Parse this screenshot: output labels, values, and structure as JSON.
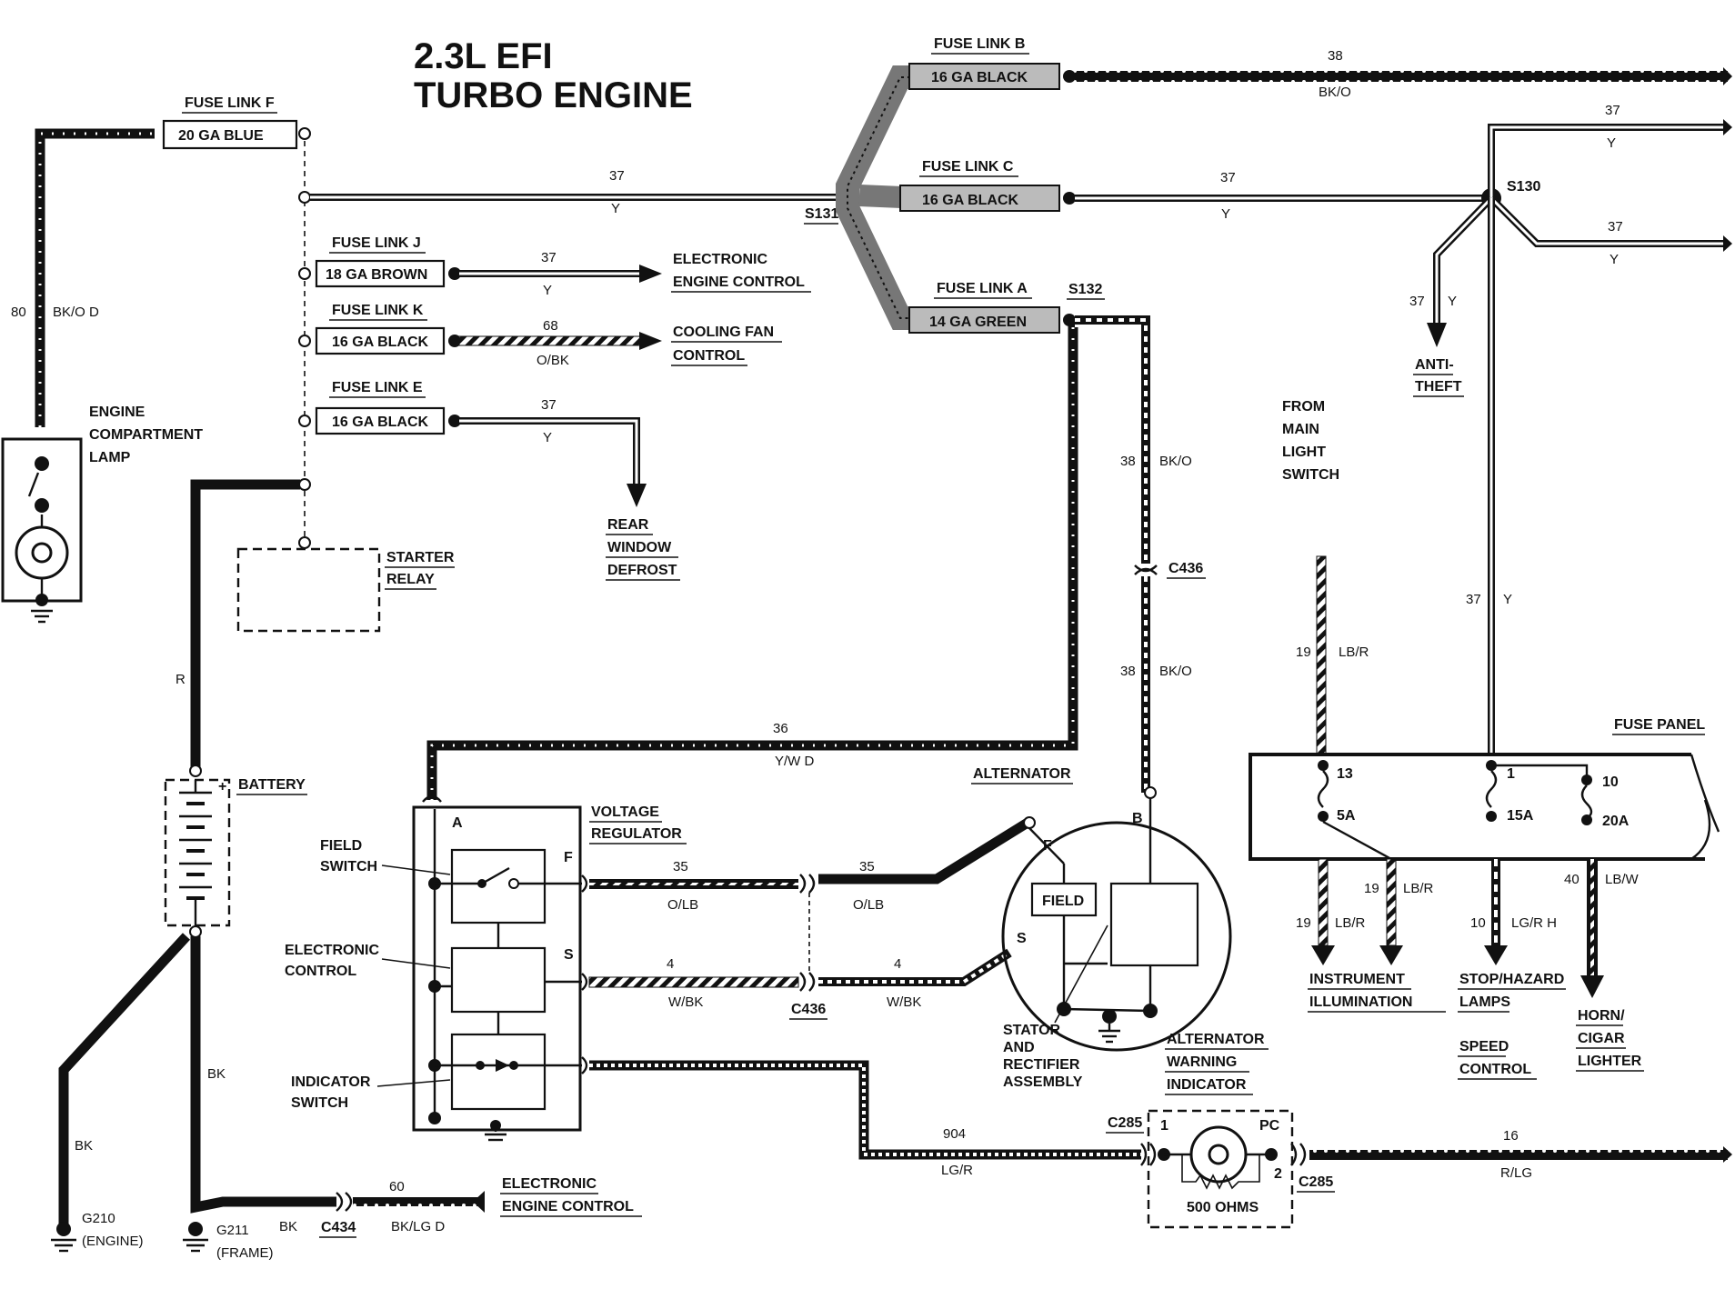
{
  "title": {
    "line1": "2.3L EFI",
    "line2": "TURBO ENGINE"
  },
  "fuse_links": {
    "f": {
      "label": "FUSE LINK F",
      "wire": "20 GA BLUE"
    },
    "b": {
      "label": "FUSE LINK B",
      "wire": "16 GA BLACK"
    },
    "c": {
      "label": "FUSE LINK C",
      "wire": "16 GA BLACK"
    },
    "a": {
      "label": "FUSE LINK A",
      "wire": "14 GA GREEN"
    },
    "j": {
      "label": "FUSE LINK J",
      "wire": "18 GA BROWN"
    },
    "k": {
      "label": "FUSE LINK K",
      "wire": "16 GA BLACK"
    },
    "e": {
      "label": "FUSE LINK E",
      "wire": "16 GA BLACK"
    }
  },
  "wires": {
    "w80": {
      "num": "80",
      "color": "BK/O D"
    },
    "w37_top": {
      "num": "37",
      "color": "Y"
    },
    "w37_j": {
      "num": "37",
      "color": "Y"
    },
    "w68": {
      "num": "68",
      "color": "O/BK"
    },
    "w37_e": {
      "num": "37",
      "color": "Y"
    },
    "w38_b": {
      "num": "38",
      "color": "BK/O"
    },
    "w37_c": {
      "num": "37",
      "color": "Y"
    },
    "w37_r1": {
      "num": "37",
      "color": "Y"
    },
    "w37_r2": {
      "num": "37",
      "color": "Y"
    },
    "w37_anti": {
      "num": "37",
      "color": "Y"
    },
    "w37_fp": {
      "num": "37",
      "color": "Y"
    },
    "w38_a1": {
      "num": "38",
      "color": "BK/O"
    },
    "w38_a2": {
      "num": "38",
      "color": "BK/O"
    },
    "w36": {
      "num": "36",
      "color": "Y/W D"
    },
    "w35_l": {
      "num": "35",
      "color": "O/LB"
    },
    "w35_r": {
      "num": "35",
      "color": "O/LB"
    },
    "w4_l": {
      "num": "4",
      "color": "W/BK"
    },
    "w4_r": {
      "num": "4",
      "color": "W/BK"
    },
    "w904": {
      "num": "904",
      "color": "LG/R"
    },
    "w16": {
      "num": "16",
      "color": "R/LG"
    },
    "w60": {
      "num": "60",
      "color": "BK/LG D"
    },
    "w19_top": {
      "num": "19",
      "color": "LB/R"
    },
    "w19_a": {
      "num": "19",
      "color": "LB/R"
    },
    "w19_b": {
      "num": "19",
      "color": "LB/R"
    },
    "w10": {
      "num": "10",
      "color": "LG/R H"
    },
    "w40": {
      "num": "40",
      "color": "LB/W"
    },
    "r": "R",
    "bk1": "BK",
    "bk2": "BK",
    "bk3": "BK"
  },
  "splices": {
    "s131": "S131",
    "s132": "S132",
    "s130": "S130"
  },
  "connectors": {
    "c436_top": "C436",
    "c436_bottom": "C436",
    "c285_left": "C285",
    "c285_right": "C285",
    "c434": "C434"
  },
  "destinations": {
    "eec1": "ELECTRONIC",
    "eec2": "ENGINE CONTROL",
    "fan1": "COOLING FAN",
    "fan2": "CONTROL",
    "rear1": "REAR",
    "rear2": "WINDOW",
    "rear3": "DEFROST",
    "anti1": "ANTI-",
    "anti2": "THEFT",
    "from1": "FROM",
    "from2": "MAIN",
    "from3": "LIGHT",
    "from4": "SWITCH",
    "inst1": "INSTRUMENT",
    "inst2": "ILLUMINATION",
    "stop1": "STOP/HAZARD",
    "stop2": "LAMPS",
    "speed1": "SPEED",
    "speed2": "CONTROL",
    "horn1": "HORN/",
    "horn2": "CIGAR",
    "horn3": "LIGHTER",
    "eec3": "ELECTRONIC",
    "eec4": "ENGINE CONTROL"
  },
  "components": {
    "lamp1": "ENGINE",
    "lamp2": "COMPARTMENT",
    "lamp3": "LAMP",
    "starter1": "STARTER",
    "starter2": "RELAY",
    "battery": "BATTERY",
    "vr1": "VOLTAGE",
    "vr2": "REGULATOR",
    "field_sw1": "FIELD",
    "field_sw2": "SWITCH",
    "ec1": "ELECTRONIC",
    "ec2": "CONTROL",
    "ind1": "INDICATOR",
    "ind2": "SWITCH",
    "alternator": "ALTERNATOR",
    "field": "FIELD",
    "stator1": "STATOR",
    "stator2": "AND",
    "stator3": "RECTIFIER",
    "stator4": "ASSEMBLY",
    "awi1": "ALTERNATOR",
    "awi2": "WARNING",
    "awi3": "INDICATOR",
    "ohms": "500 OHMS",
    "fuse_panel": "FUSE PANEL"
  },
  "terminals": {
    "a": "A",
    "f": "F",
    "s": "S",
    "alt_f": "F",
    "alt_b": "B",
    "alt_s": "S",
    "pc": "PC",
    "one": "1",
    "two": "2"
  },
  "fuses": {
    "f13": "13",
    "f13a": "5A",
    "f1": "1",
    "f1a": "15A",
    "f10": "10",
    "f10a": "20A"
  },
  "grounds": {
    "g210": "G210",
    "g210b": "(ENGINE)",
    "g211": "G211",
    "g211b": "(FRAME)"
  }
}
